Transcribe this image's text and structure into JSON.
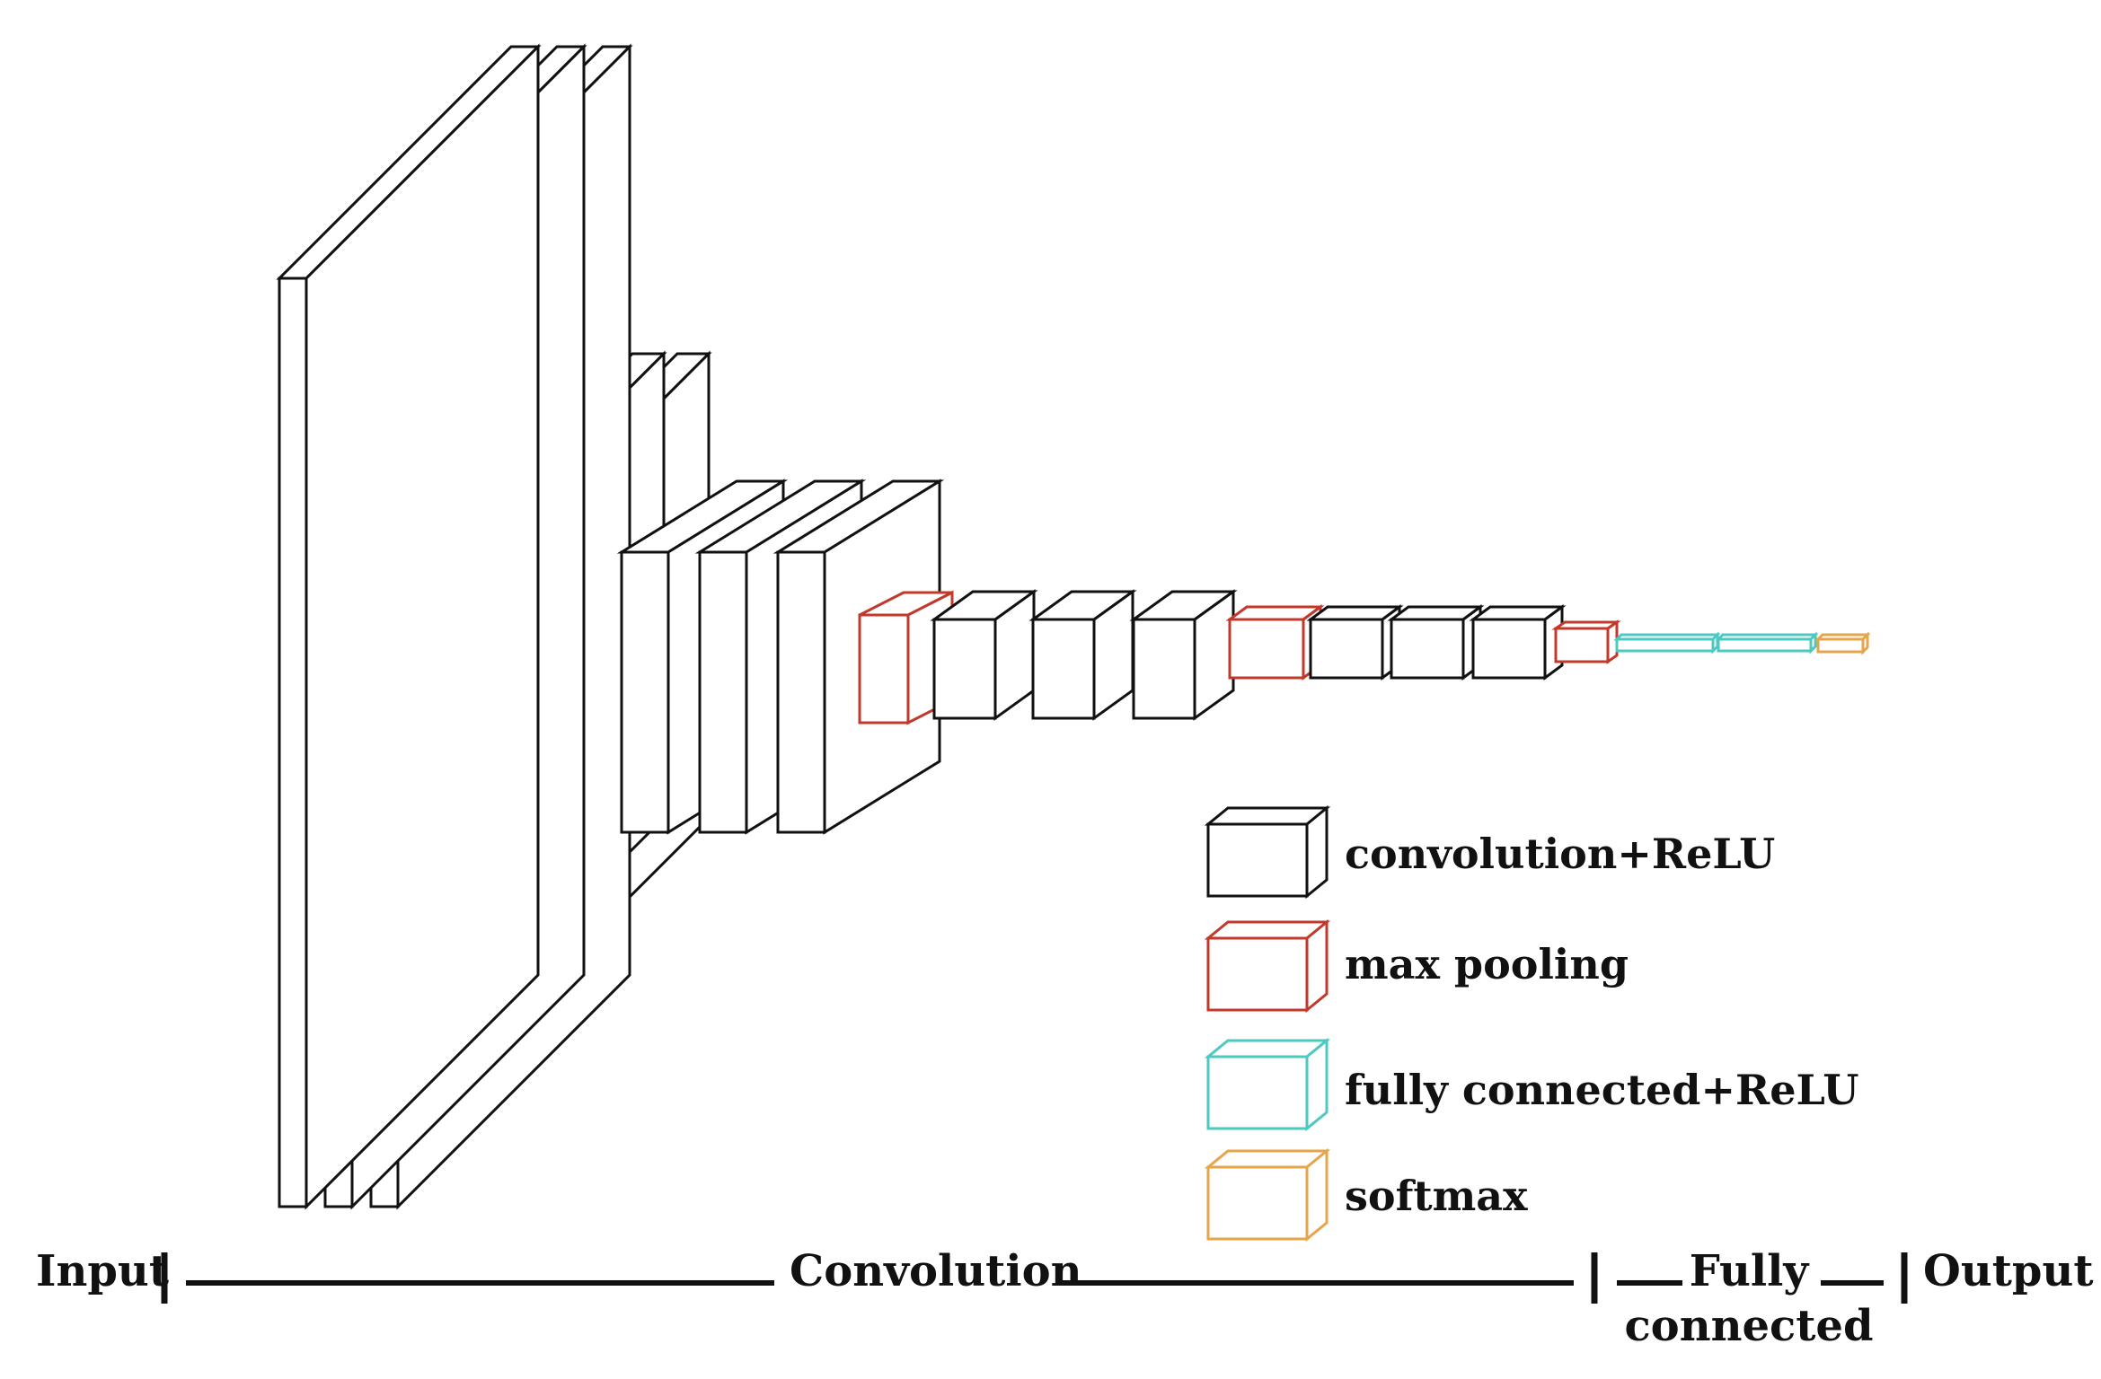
{
  "colors": {
    "convolution": "#111111",
    "pooling": "#c0392b",
    "fully_connected": "#4cc9c0",
    "softmax": "#e6a54a",
    "bar": "#111111"
  },
  "legend": [
    {
      "type": "convolution",
      "label": "convolution+ReLU"
    },
    {
      "type": "pooling",
      "label": "max pooling"
    },
    {
      "type": "fully_connected",
      "label": "fully connected+ReLU"
    },
    {
      "type": "softmax",
      "label": "softmax"
    }
  ],
  "layers": [
    {
      "group": 1,
      "type": "convolution"
    },
    {
      "group": 1,
      "type": "convolution"
    },
    {
      "group": 1,
      "type": "convolution"
    },
    {
      "group": 2,
      "type": "convolution"
    },
    {
      "group": 2,
      "type": "convolution"
    },
    {
      "group": 2,
      "type": "convolution"
    },
    {
      "group": 3,
      "type": "convolution"
    },
    {
      "group": 3,
      "type": "convolution"
    },
    {
      "group": 3,
      "type": "convolution"
    },
    {
      "group": 4,
      "type": "pooling"
    },
    {
      "group": 5,
      "type": "convolution"
    },
    {
      "group": 5,
      "type": "convolution"
    },
    {
      "group": 5,
      "type": "convolution"
    },
    {
      "group": 6,
      "type": "pooling"
    },
    {
      "group": 7,
      "type": "convolution"
    },
    {
      "group": 7,
      "type": "convolution"
    },
    {
      "group": 7,
      "type": "convolution"
    },
    {
      "group": 8,
      "type": "pooling"
    },
    {
      "group": 9,
      "type": "fully_connected"
    },
    {
      "group": 9,
      "type": "fully_connected"
    },
    {
      "group": 10,
      "type": "softmax"
    }
  ],
  "stages": {
    "input": "Input",
    "convolution": "Convolution",
    "fully_connected_line1": "Fully",
    "fully_connected_line2": "connected",
    "output": "Output"
  }
}
